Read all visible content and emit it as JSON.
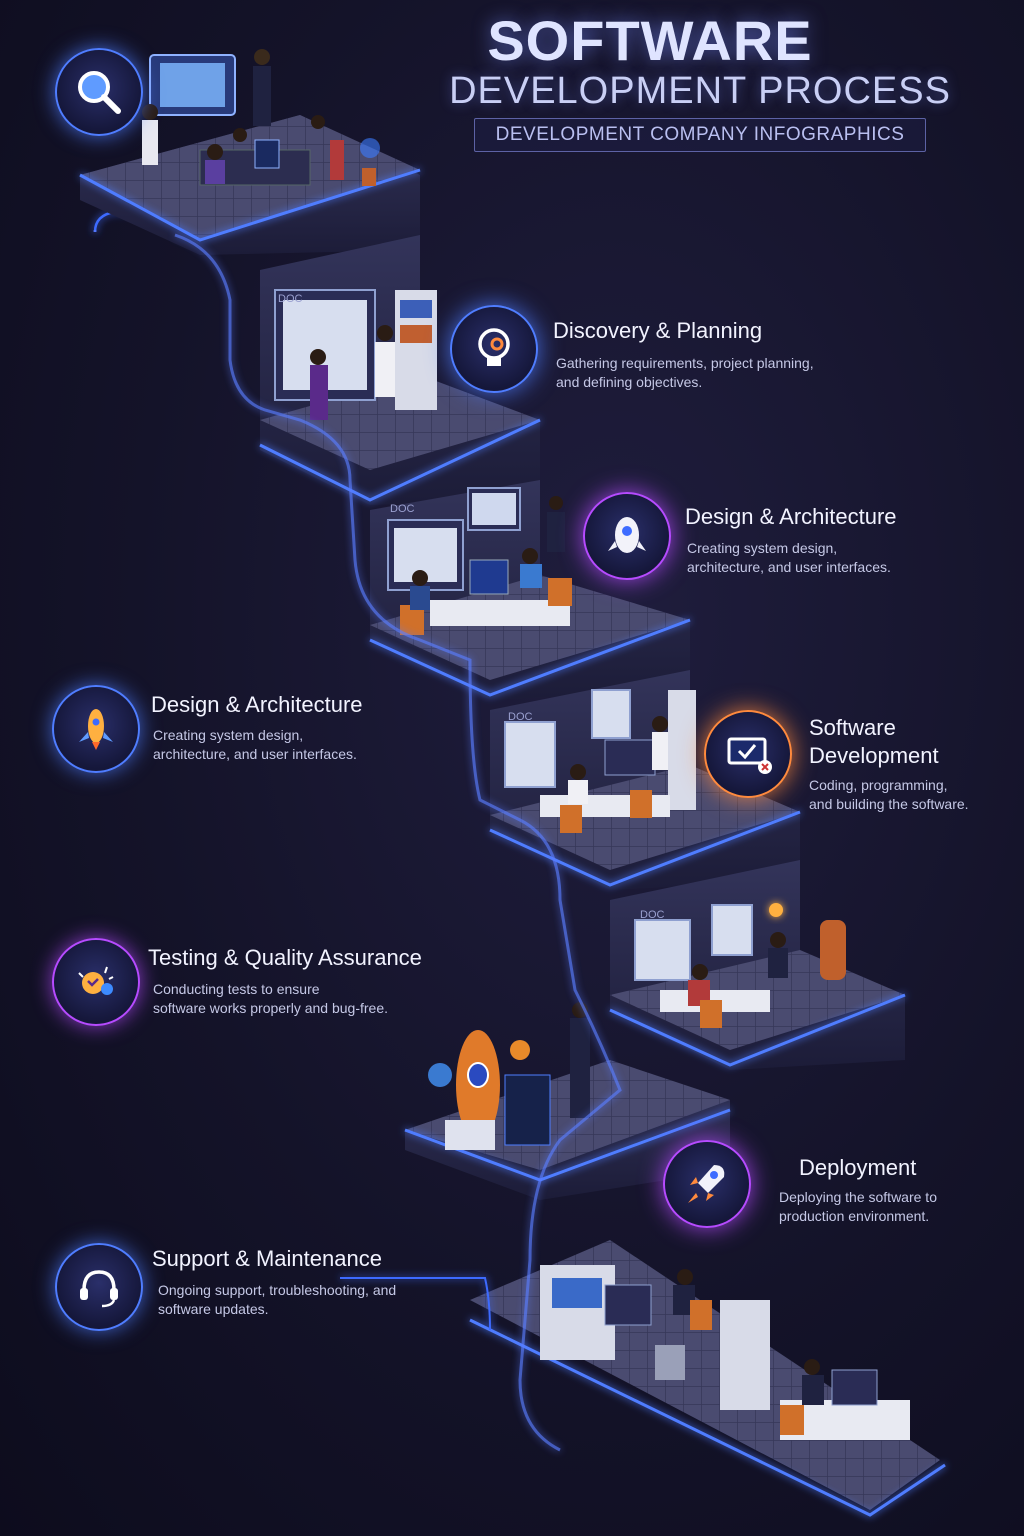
{
  "header": {
    "title": "SOFTWARE",
    "subtitle": "DEVELOPMENT PROCESS",
    "tagline": "DEVELOPMENT COMPANY INFOGRAPHICS"
  },
  "steps": [
    {
      "title": "Discovery & Planning",
      "desc_line1": "Gathering requirements, project planning,",
      "desc_line2": "and defining objectives.",
      "icon": "lightbulb-icon"
    },
    {
      "title": "Design & Architecture",
      "desc_line1": "Creating system design,",
      "desc_line2": "architecture, and user interfaces.",
      "icon": "robot-icon"
    },
    {
      "title_line1": "Software",
      "title_line2": "Development",
      "desc_line1": "Coding, programming,",
      "desc_line2": "and building the software.",
      "icon": "monitor-icon"
    },
    {
      "title": "Deployment",
      "desc_line1": "Deploying the software to",
      "desc_line2": "production environment.",
      "icon": "rocket-icon"
    }
  ],
  "left_steps": [
    {
      "title": "Design & Architecture",
      "desc_line1": "Creating system design,",
      "desc_line2": "architecture, and user interfaces.",
      "icon": "rocket-icon"
    },
    {
      "title": "Testing & Quality Assurance",
      "desc_line1": "Conducting tests to ensure",
      "desc_line2": "software works properly and bug-free.",
      "icon": "bug-icon"
    },
    {
      "title": "Support & Maintenance",
      "desc_line1": "Ongoing support, troubleshooting, and",
      "desc_line2": "software updates.",
      "icon": "headset-icon"
    }
  ],
  "top_icon": "search-icon",
  "floor_label": "DOC",
  "colors": {
    "accent_blue": "#3d6bff",
    "accent_purple": "#b64bff",
    "accent_orange": "#ff8a3d",
    "floor": "#45466a"
  }
}
